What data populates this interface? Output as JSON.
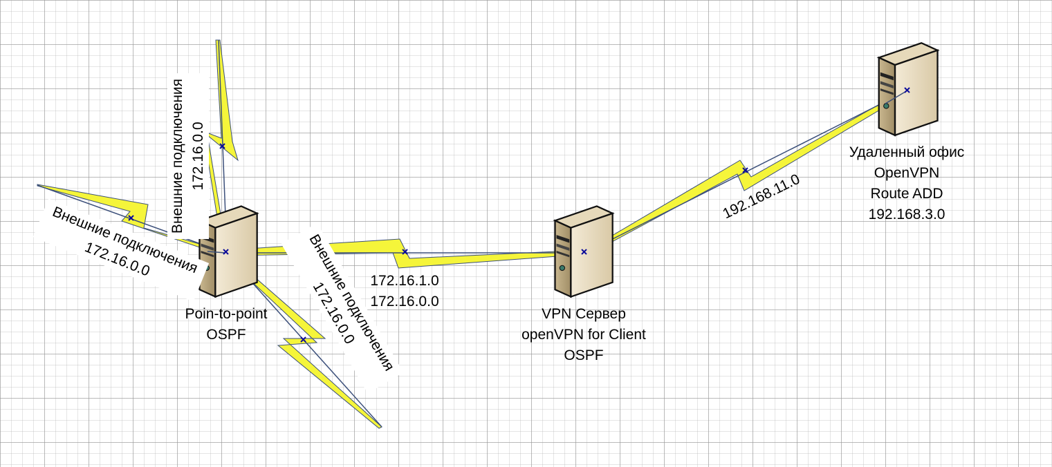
{
  "nodes": {
    "left_server": {
      "lines": [
        "Poin-to-point",
        "OSPF"
      ]
    },
    "vpn_server": {
      "lines": [
        "VPN Сервер",
        "openVPN for Client",
        "OSPF"
      ]
    },
    "remote_office": {
      "lines": [
        "Удаленный офис",
        "OpenVPN",
        "Route ADD",
        "192.168.3.0"
      ]
    }
  },
  "links": {
    "top_external": {
      "lines": [
        "Внешние подключения",
        "172.16.0.0"
      ]
    },
    "left_external": {
      "lines": [
        "Внешние подключения",
        "172.16.0.0"
      ]
    },
    "bottom_external": {
      "lines": [
        "Внешние подключения",
        "172.16.0.0"
      ]
    },
    "center_link": {
      "lines": [
        "172.16.1.0",
        "172.16.0.0"
      ]
    },
    "remote_link": {
      "label": "192.168.11.0"
    }
  },
  "colors": {
    "lightning": "#f5f53a",
    "lightning_stroke": "#3b4f7a",
    "marker": "#0b0b9a",
    "server_body": "#e8dcc0",
    "server_shadow": "#b9a887"
  }
}
